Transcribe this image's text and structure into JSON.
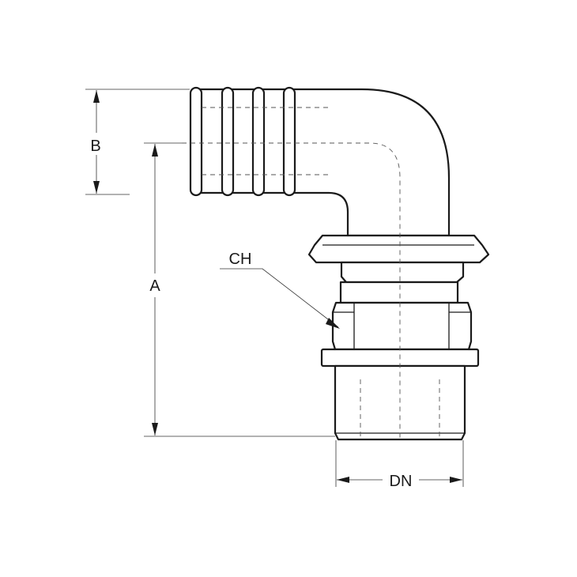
{
  "drawing": {
    "subject": "elbow fitting",
    "labels": {
      "b": "B",
      "a": "A",
      "ch": "CH",
      "dn": "DN"
    },
    "colors": {
      "line": "#1a1a1a",
      "background": "#ffffff"
    }
  }
}
